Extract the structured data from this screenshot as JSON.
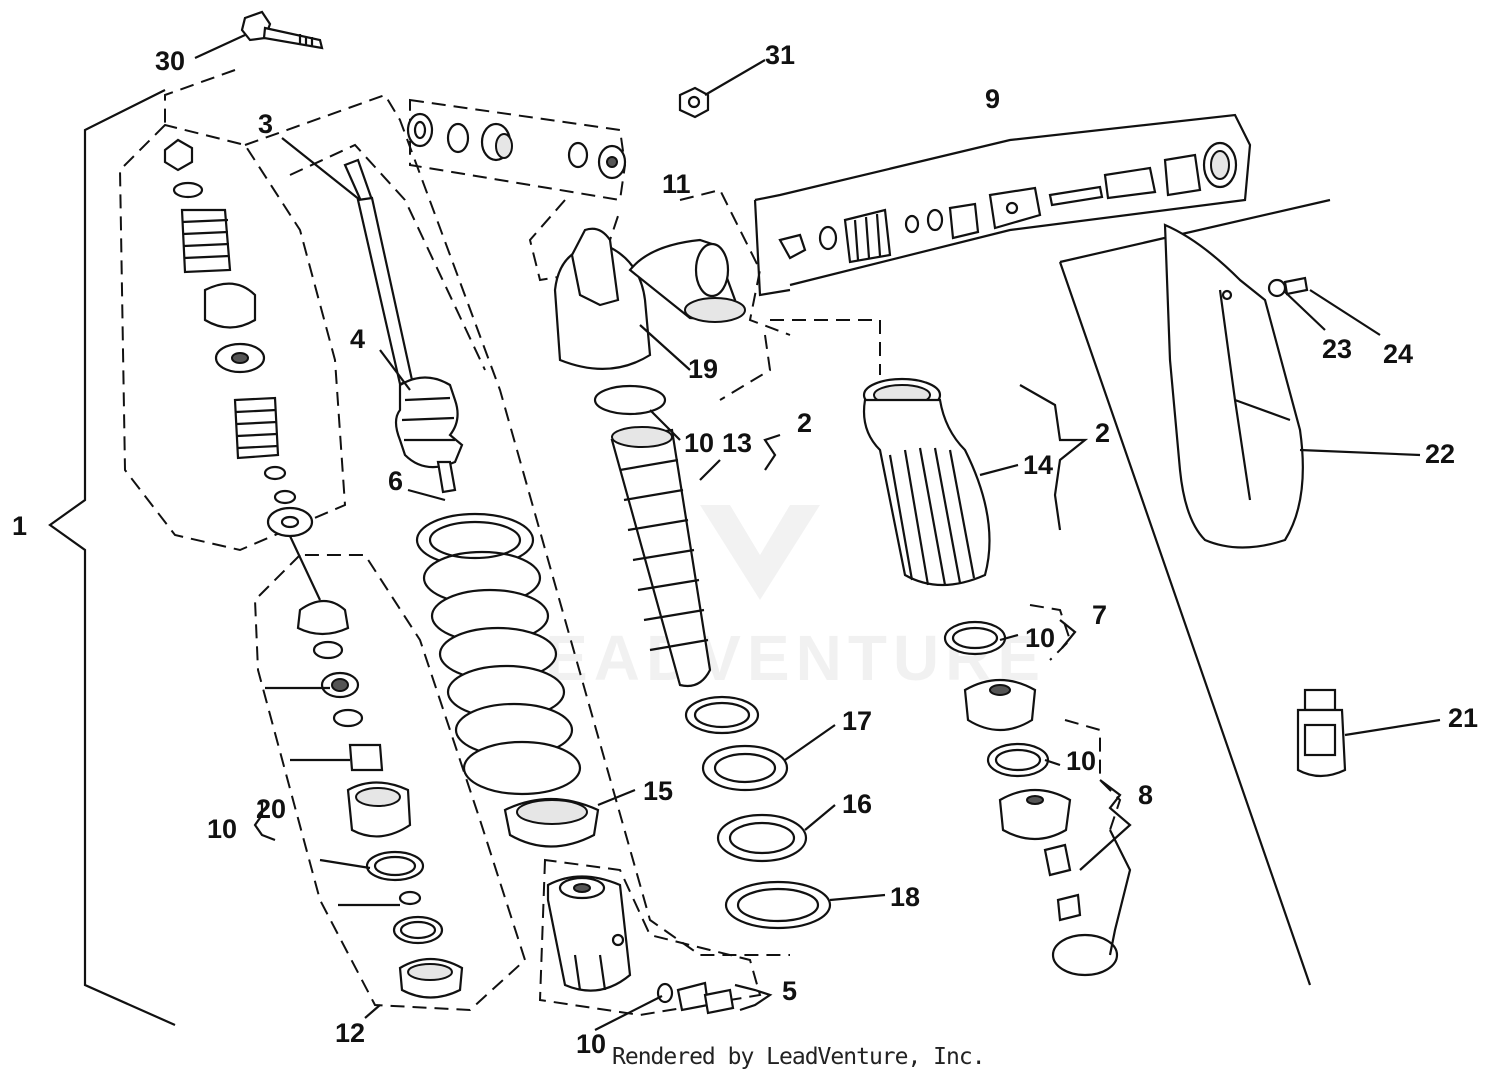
{
  "diagram": {
    "callouts": [
      "30",
      "31",
      "9",
      "3",
      "11",
      "1",
      "4",
      "19",
      "6",
      "10",
      "13",
      "2",
      "14",
      "2",
      "22",
      "23",
      "24",
      "7",
      "10",
      "10",
      "17",
      "15",
      "16",
      "8",
      "10",
      "20",
      "18",
      "21",
      "5",
      "12",
      "10"
    ],
    "footer": "Rendered by LeadVenture, Inc.",
    "watermark": "LEADVENTURE"
  }
}
